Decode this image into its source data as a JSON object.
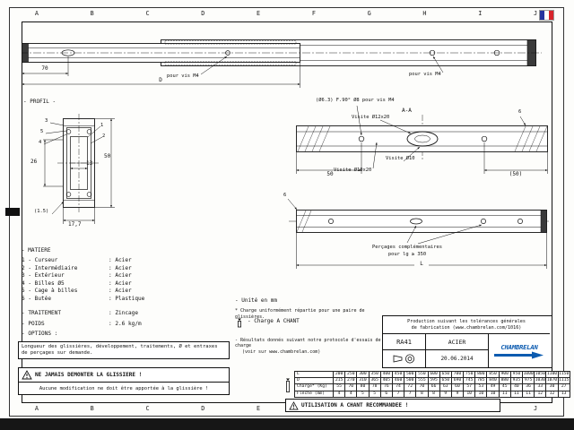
{
  "grid": {
    "cols": [
      "A",
      "B",
      "C",
      "D",
      "E",
      "F",
      "G",
      "H",
      "I",
      "J"
    ]
  },
  "colors": {
    "brand_blue": "#0c5bb0",
    "flag_blue": "#26339f",
    "flag_white": "#ffffff",
    "flag_red": "#d8252c"
  },
  "top_view": {
    "dim_left": "70",
    "dim_total": "D",
    "screw_note": "pour vis M4"
  },
  "profile": {
    "title": "- PROFIL -",
    "dim_inner": "26",
    "dim_height": "50",
    "dim_slider": "13",
    "dim_lip": "(1.5)",
    "dim_width": "17,7",
    "callouts": {
      "c1": "1",
      "c2": "2",
      "c3": "3",
      "c4": "4",
      "c5": "5"
    }
  },
  "section_aa": {
    "label": "A-A",
    "countersink": "(Ø6.3) F.90° Ø8 pour vis M4",
    "visite_top": "Visite Ø12x20",
    "visite_mid": "Visite Ø10",
    "visite_bottom": "Visite Ø10x20",
    "dim_left": "50",
    "dim_right": "(50)",
    "callout_6": "6"
  },
  "bottom_view": {
    "callout_6": "6",
    "note_1": "Perçages complémentaires",
    "note_2": "pour lg ≥ 350",
    "dim_length": "L"
  },
  "matiere": {
    "title": "- MATIERE",
    "rows": [
      {
        "label": "1 - Curseur",
        "value": ": Acier"
      },
      {
        "label": "2 - Intermédiaire",
        "value": ": Acier"
      },
      {
        "label": "3 - Extérieur",
        "value": ": Acier"
      },
      {
        "label": "4 - Billes Ø5",
        "value": ": Acier"
      },
      {
        "label": "5 - Cage à billes",
        "value": ": Acier"
      },
      {
        "label": "6 - Butée",
        "value": ": Plastique"
      }
    ]
  },
  "specs": [
    {
      "label": "- TRAITEMENT",
      "value": ": Zincage"
    },
    {
      "label": "- POIDS",
      "value": ": 2.6 kg/m"
    },
    {
      "label": "- OPTIONS :",
      "value": ""
    }
  ],
  "options_note": "Longueur des glissières, développement, traitements, Ø et entraxes de perçages sur demande.",
  "warnings": {
    "never_disassemble": "NE JAMAIS DEMONTER LA GLISSIERE !",
    "no_modification": "Aucune modification ne doit être apportée à la glissière !",
    "edge_use": "UTILISATION A CHANT RECOMMANDEE !"
  },
  "notes": {
    "unit": "- Unité en mm",
    "pair_load": "* Charge uniformément répartie pour une paire de glissières.",
    "edge_load": "- Charge A CHANT",
    "protocol_1": "- Résultats donnés suivant notre protocole d'essais de charge",
    "protocol_2": "(voir sur www.chambrelan.com)"
  },
  "titleblock": {
    "production_1": "Production suivant les tolérances générales",
    "production_2": "de fabrication (www.chambrelan.com/1016)",
    "reference": "RA41",
    "material": "ACIER",
    "date": "20.06.2014",
    "brand": "CHAMBRELAN"
  },
  "load_table": {
    "rows": [
      {
        "label": "L",
        "values": [
          200,
          250,
          300,
          350,
          400,
          450,
          500,
          550,
          600,
          650,
          700,
          750,
          800,
          850,
          900,
          950,
          1000,
          1050,
          1100,
          1150
        ]
      },
      {
        "label": "D",
        "values": [
          215,
          270,
          310,
          365,
          405,
          460,
          500,
          555,
          595,
          650,
          690,
          745,
          785,
          840,
          880,
          935,
          975,
          1030,
          1070,
          1115
        ]
      },
      {
        "label": "Charge* (Kg)",
        "values": [
          55,
          70,
          80,
          78,
          76,
          74,
          72,
          70,
          66,
          63,
          60,
          57,
          53,
          49,
          45,
          40,
          36,
          33,
          30,
          27
        ]
      },
      {
        "label": "Flèche (mm)",
        "values": [
          4,
          4,
          5,
          5,
          6,
          7,
          7,
          8,
          8,
          9,
          9,
          10,
          10,
          10,
          11,
          11,
          11,
          12,
          12,
          13
        ]
      }
    ]
  }
}
